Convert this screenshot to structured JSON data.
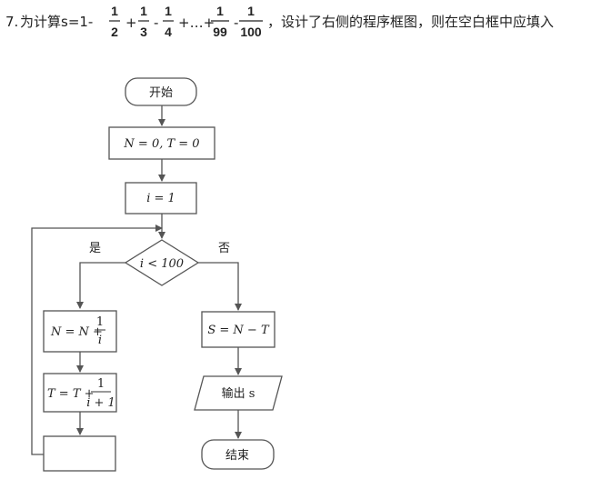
{
  "question": {
    "number": "7.",
    "prefix": "为计算s=1-",
    "plus": "+",
    "minus": "-",
    "ellipsis": "+…+",
    "numerator": "1",
    "denominators": [
      "2",
      "3",
      "4",
      "99",
      "100"
    ],
    "suffix": "，设计了右侧的程序框图，则在空白框中应填入"
  },
  "flowchart": {
    "start": "开始",
    "init1": "N = 0, T = 0",
    "init2": "i = 1",
    "condition": "i < 100",
    "yes_label": "是",
    "no_label": "否",
    "update_n": {
      "lhs": "N = N +",
      "num": "1",
      "den": "i"
    },
    "update_t": {
      "lhs": "T = T +",
      "num": "1",
      "den": "i + 1"
    },
    "blank": "",
    "compute_s": "S = N − T",
    "output": "输出 s",
    "end": "结束"
  }
}
